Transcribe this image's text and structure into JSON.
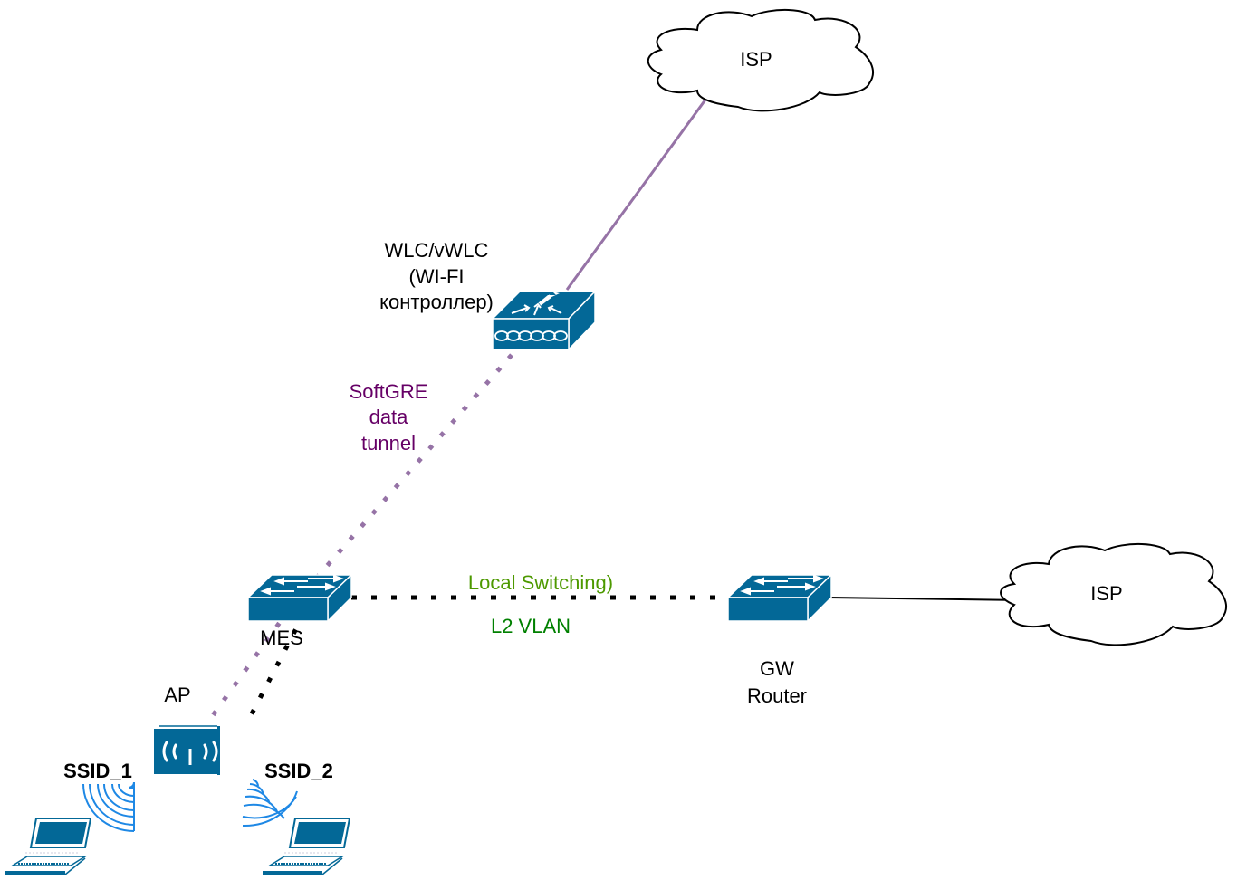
{
  "title": "SoftGRE data tunnel with local switching topology",
  "colors": {
    "device_blue": "#036897",
    "tunnel_purple": "#9673A6",
    "tunnel_label": "#660066",
    "local_switching_green": "#4D9900",
    "l2vlan_green": "#008000",
    "wifi_blue": "#1E88E5"
  },
  "nodes": {
    "isp_top": {
      "label": "ISP",
      "type": "cloud"
    },
    "isp_right": {
      "label": "ISP",
      "type": "cloud"
    },
    "wlc": {
      "label_lines": [
        "WLC/vWLC",
        "(WI-FI",
        "контроллер)"
      ],
      "type": "wireless-lan-controller"
    },
    "mes": {
      "label": "MES",
      "type": "switch"
    },
    "gw": {
      "label_lines": [
        "GW",
        "Router"
      ],
      "type": "switch"
    },
    "ap": {
      "label": "AP",
      "type": "access-point"
    },
    "laptop1": {
      "ssid": "SSID_1",
      "type": "laptop"
    },
    "laptop2": {
      "ssid": "SSID_2",
      "type": "laptop"
    }
  },
  "links": {
    "tunnel": {
      "label_lines": [
        "SoftGRE",
        "data",
        "tunnel"
      ],
      "style": "dotted-purple"
    },
    "local": {
      "label_top": "Local Switching)",
      "label_bottom": "L2 VLAN",
      "style": "dotted-black"
    }
  }
}
